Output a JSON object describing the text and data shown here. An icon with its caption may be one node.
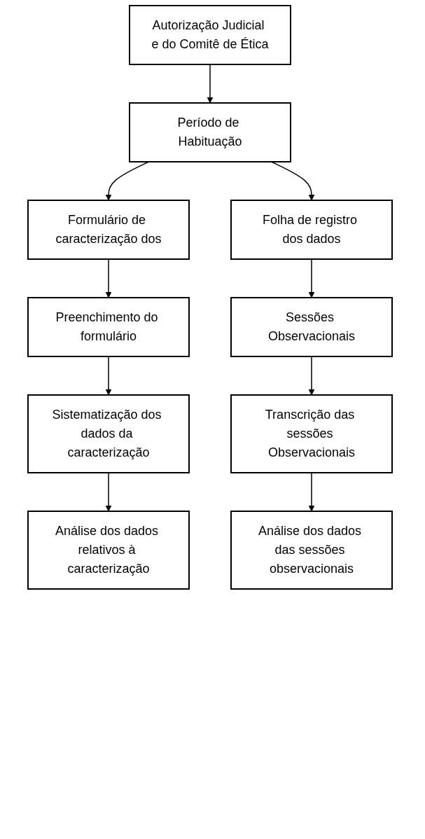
{
  "diagram": {
    "nodes": [
      {
        "text": [
          "Autorização Judicial e do Comitê de Ética"
        ]
      },
      {
        "text": [
          "Período de Habituação"
        ]
      },
      {
        "text": [
          "Formulário de caracterização dos"
        ]
      },
      {
        "text": [
          "Folha de registro dos dados"
        ]
      },
      {
        "text": [
          "Preenchimento do formulário"
        ]
      },
      {
        "text": [
          "Sessões Observacionais"
        ]
      },
      {
        "text": [
          "Sistematização dos dados da caracterização"
        ]
      },
      {
        "text": [
          "Transcrição das sessões Observacionais"
        ]
      },
      {
        "text": [
          "Análise dos dados relativos à caracterização"
        ]
      },
      {
        "text": [
          "Análise dos dados das sessões observacionais"
        ]
      }
    ],
    "edges": [
      {
        "from": 0,
        "to": 1,
        "arrow": "to"
      },
      {
        "from": 1,
        "to": 2,
        "arrow": "to"
      },
      {
        "from": 1,
        "to": 3,
        "arrow": "to"
      },
      {
        "from": 2,
        "to": 4,
        "arrow": "to"
      },
      {
        "from": 3,
        "to": 5,
        "arrow": "to"
      },
      {
        "from": 4,
        "to": 6,
        "arrow": "to"
      },
      {
        "from": 5,
        "to": 7,
        "arrow": "to"
      },
      {
        "from": 6,
        "to": 8,
        "arrow": "to"
      },
      {
        "from": 7,
        "to": 9,
        "arrow": "to"
      }
    ]
  }
}
